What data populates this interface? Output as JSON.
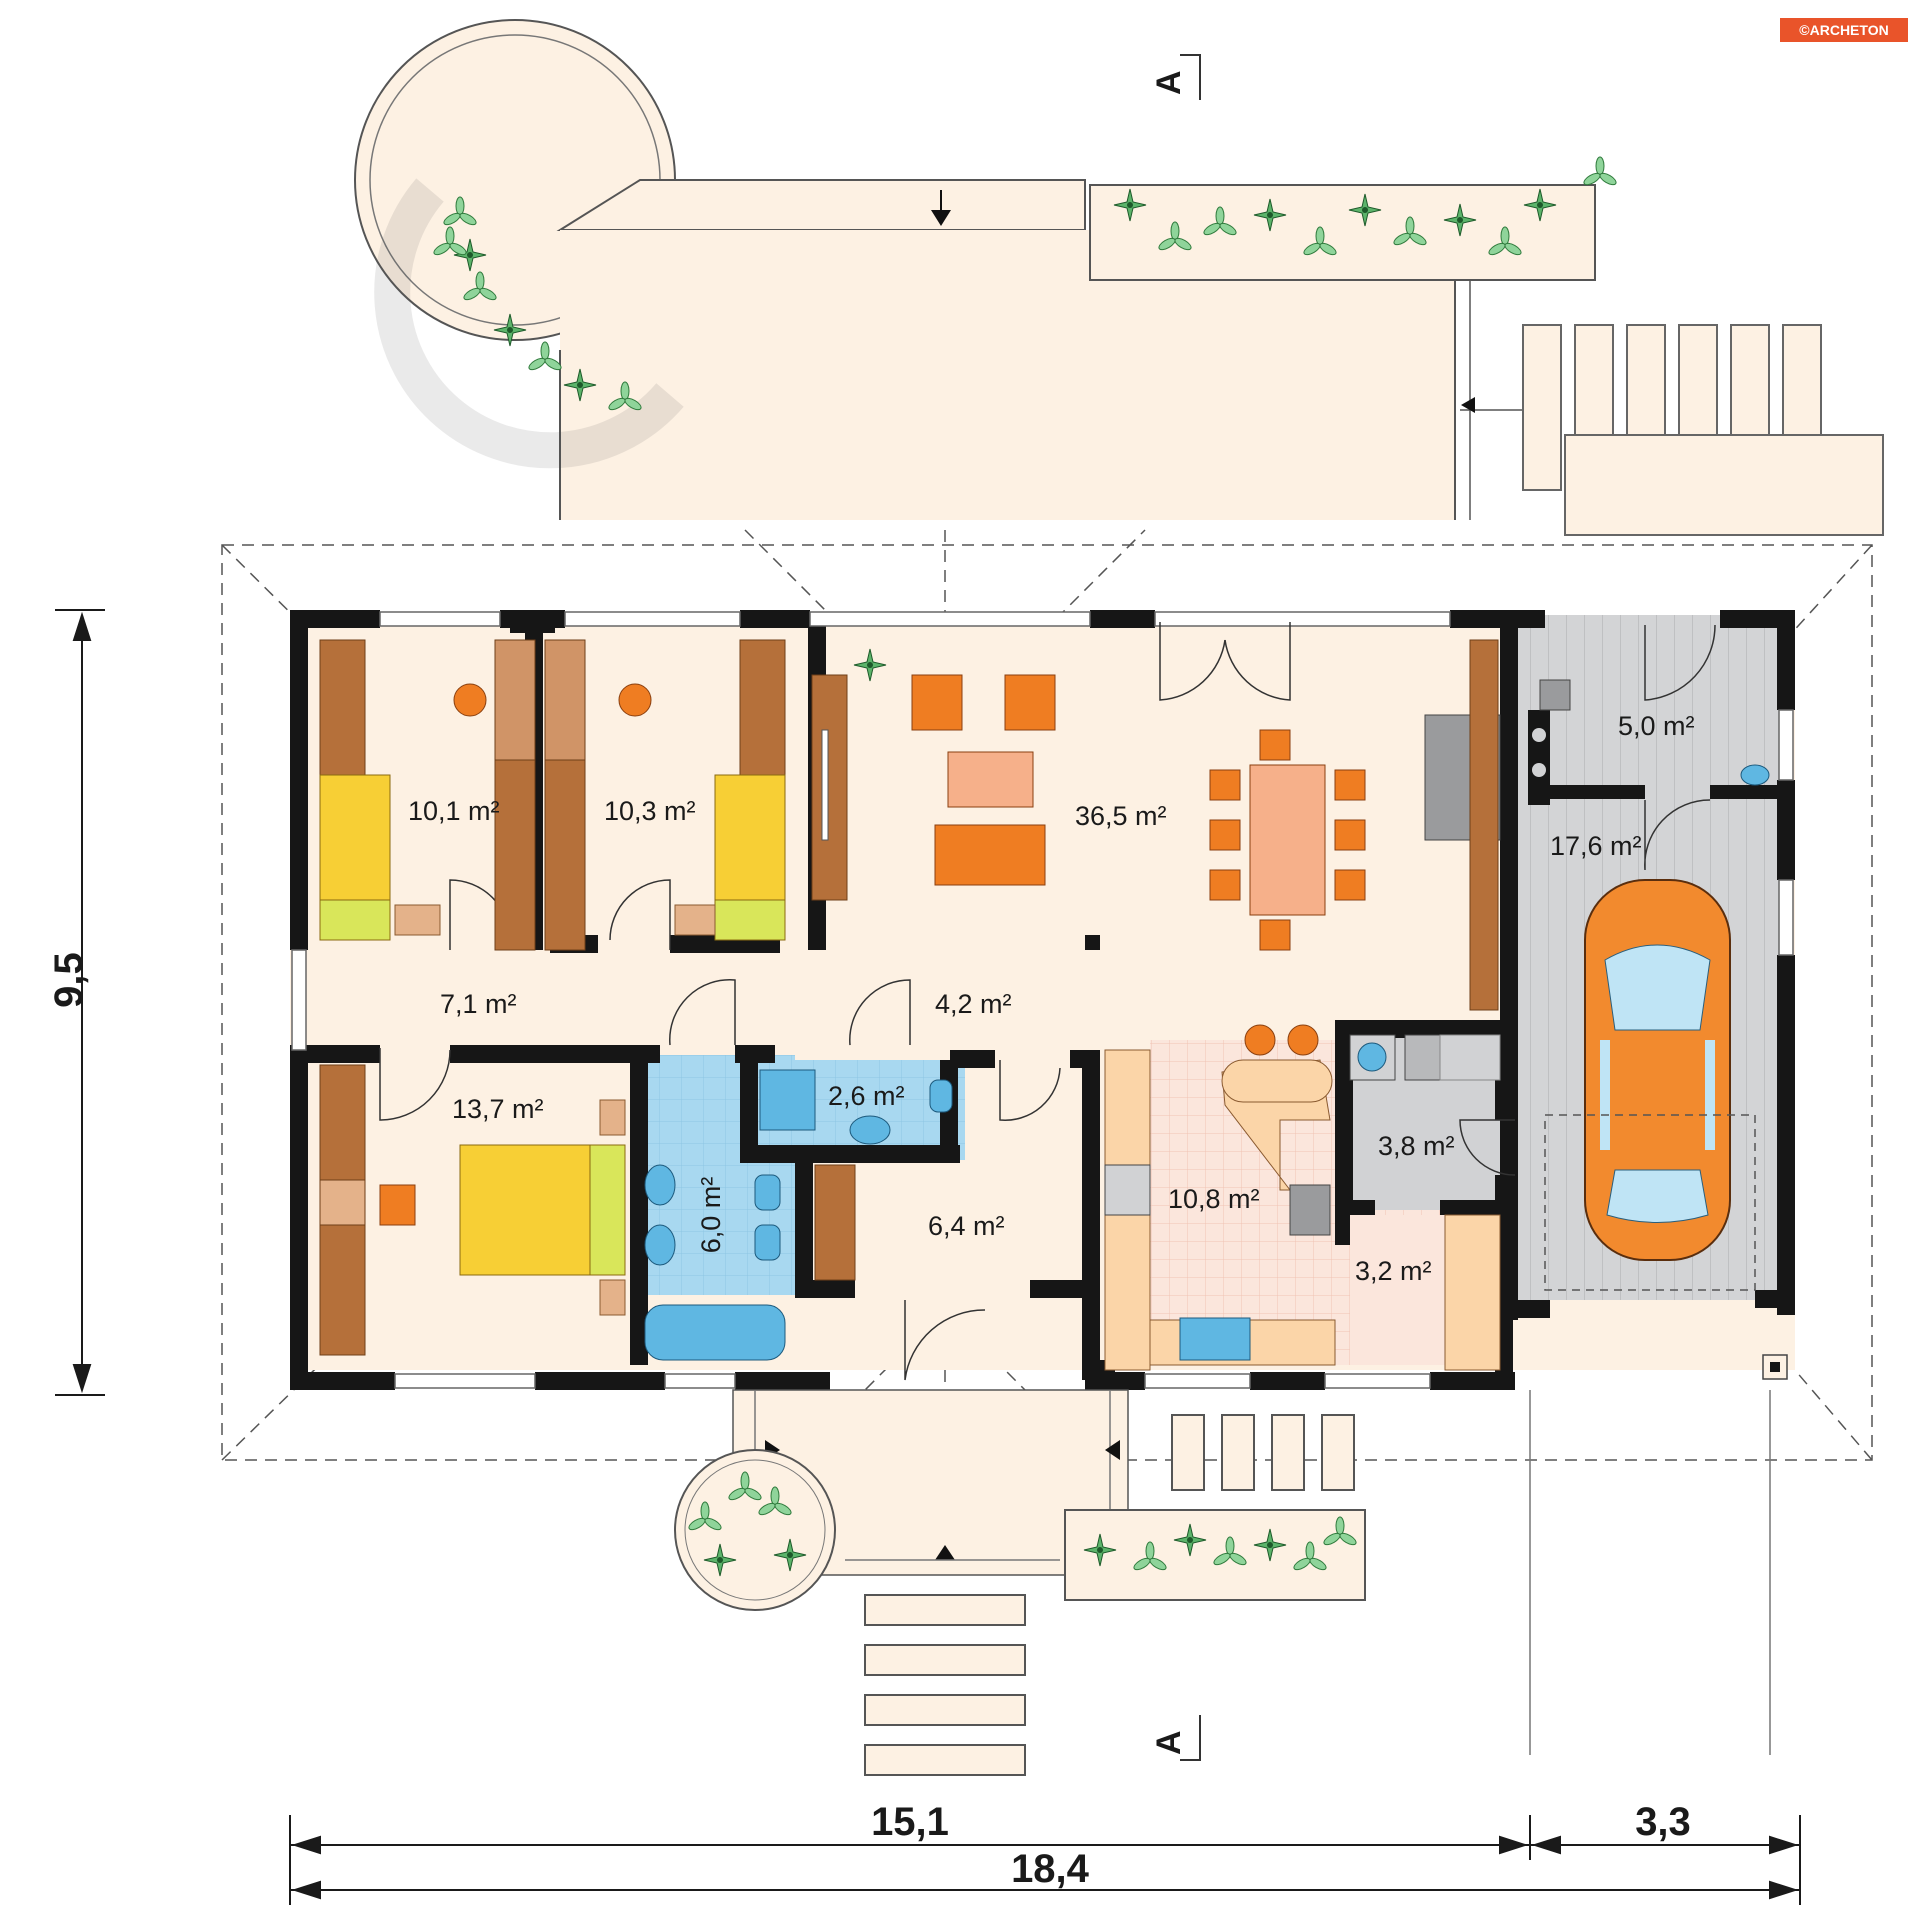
{
  "brand": {
    "logo_text": "©ARCHETON"
  },
  "section_marker": {
    "top": "A",
    "bottom": "A"
  },
  "rooms": [
    {
      "id": "bedroom-1",
      "area": "10,1 m²"
    },
    {
      "id": "bedroom-2",
      "area": "10,3 m²"
    },
    {
      "id": "living-dining",
      "area": "36,5 m²"
    },
    {
      "id": "boiler-room",
      "area": "5,0 m²"
    },
    {
      "id": "garage",
      "area": "17,6 m²"
    },
    {
      "id": "corridor",
      "area": "7,1 m²"
    },
    {
      "id": "hall",
      "area": "4,2 m²"
    },
    {
      "id": "master-bedroom",
      "area": "13,7 m²"
    },
    {
      "id": "wc",
      "area": "2,6 m²"
    },
    {
      "id": "bathroom",
      "area": "6,0 m²"
    },
    {
      "id": "entrance",
      "area": "6,4 m²"
    },
    {
      "id": "kitchen",
      "area": "10,8 m²"
    },
    {
      "id": "utility",
      "area": "3,8 m²"
    },
    {
      "id": "pantry",
      "area": "3,2 m²"
    }
  ],
  "dimensions": {
    "height": "9,5",
    "width_house": "15,1",
    "width_garage": "3,3",
    "width_total": "18,4"
  },
  "colors": {
    "floor": "#fdf1e3",
    "wall": "#161616",
    "wood": "#b5703a",
    "furniture_orange": "#ef7d22",
    "bed_yellow": "#f7cf35",
    "tile_blue": "#a8d8f0",
    "garage_grey": "#cfd0d2",
    "plant_green": "#7fcf8e",
    "kitchen_floor": "#f5dcd0"
  }
}
